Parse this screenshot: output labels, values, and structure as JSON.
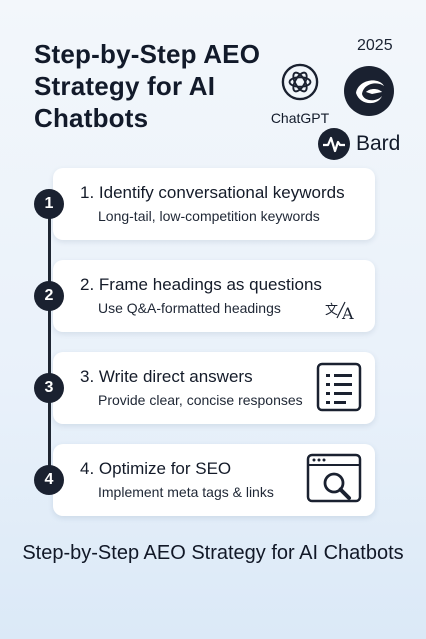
{
  "header": {
    "title": "Step-by-Step AEO Strategy for AI Chatbots",
    "year": "2025",
    "logos": {
      "chatgpt_label": "ChatGPT",
      "bard_label": "Bard",
      "gemini_icon": "gemini-swirl-icon"
    }
  },
  "steps": [
    {
      "number": "1",
      "heading": "1. Identify conversational keywords",
      "sub": "Long-tail, low-competition keywords",
      "icon": ""
    },
    {
      "number": "2",
      "heading": "2. Frame headings as questions",
      "sub": "Use Q&A-formatted headings",
      "icon": "translate-icon"
    },
    {
      "number": "3",
      "heading": "3. Write direct answers",
      "sub": "Provide clear, concise responses",
      "icon": "document-list-icon"
    },
    {
      "number": "4",
      "heading": "4. Optimize for SEO",
      "sub": "Implement meta tags & links",
      "icon": "browser-search-icon"
    }
  ],
  "footer": {
    "title": "Step-by-Step AEO Strategy for AI Chatbots"
  },
  "colors": {
    "background": "#e9f1fa",
    "card": "#ffffff",
    "dark": "#1a2130"
  }
}
